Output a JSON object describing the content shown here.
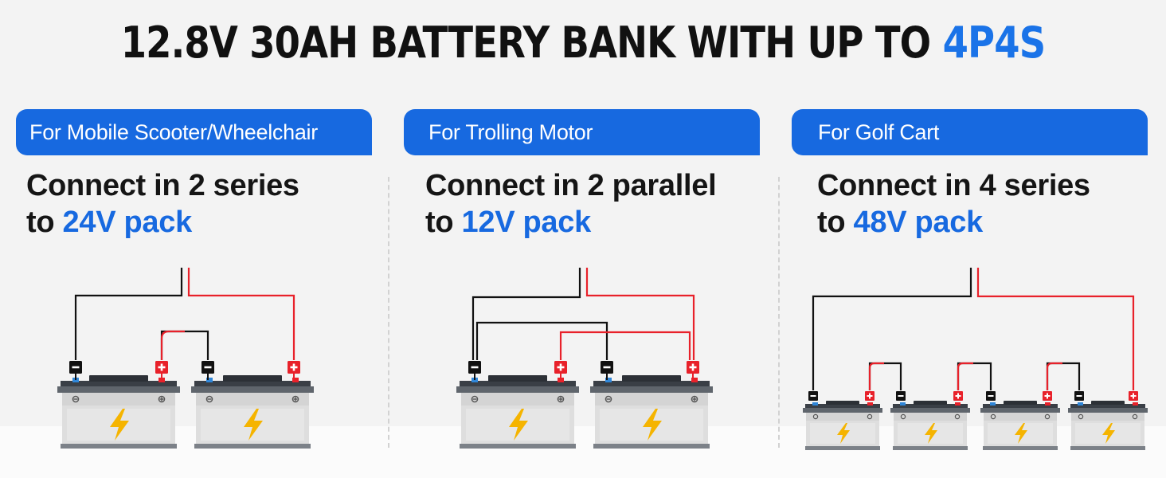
{
  "title": {
    "main": "12.8V 30AH BATTERY BANK WITH UP TO ",
    "highlight": "4P4S"
  },
  "colors": {
    "accent": "#1769e0",
    "positive": "#e8212a",
    "negative": "#111111",
    "bolt": "#f5b400"
  },
  "panels": [
    {
      "banner": "For Mobile Scooter/Wheelchair",
      "line1": "Connect in 2 series",
      "line2_prefix": "to ",
      "line2_value": "24V pack"
    },
    {
      "banner": "For Trolling Motor",
      "line1": "Connect in 2 parallel",
      "line2_prefix": "to ",
      "line2_value": "12V pack"
    },
    {
      "banner": "For Golf Cart",
      "line1": "Connect in 4 series",
      "line2_prefix": "to ",
      "line2_value": "48V pack"
    }
  ],
  "icons": [
    "battery-icon",
    "lightning-bolt-icon",
    "positive-terminal-icon",
    "negative-terminal-icon"
  ]
}
